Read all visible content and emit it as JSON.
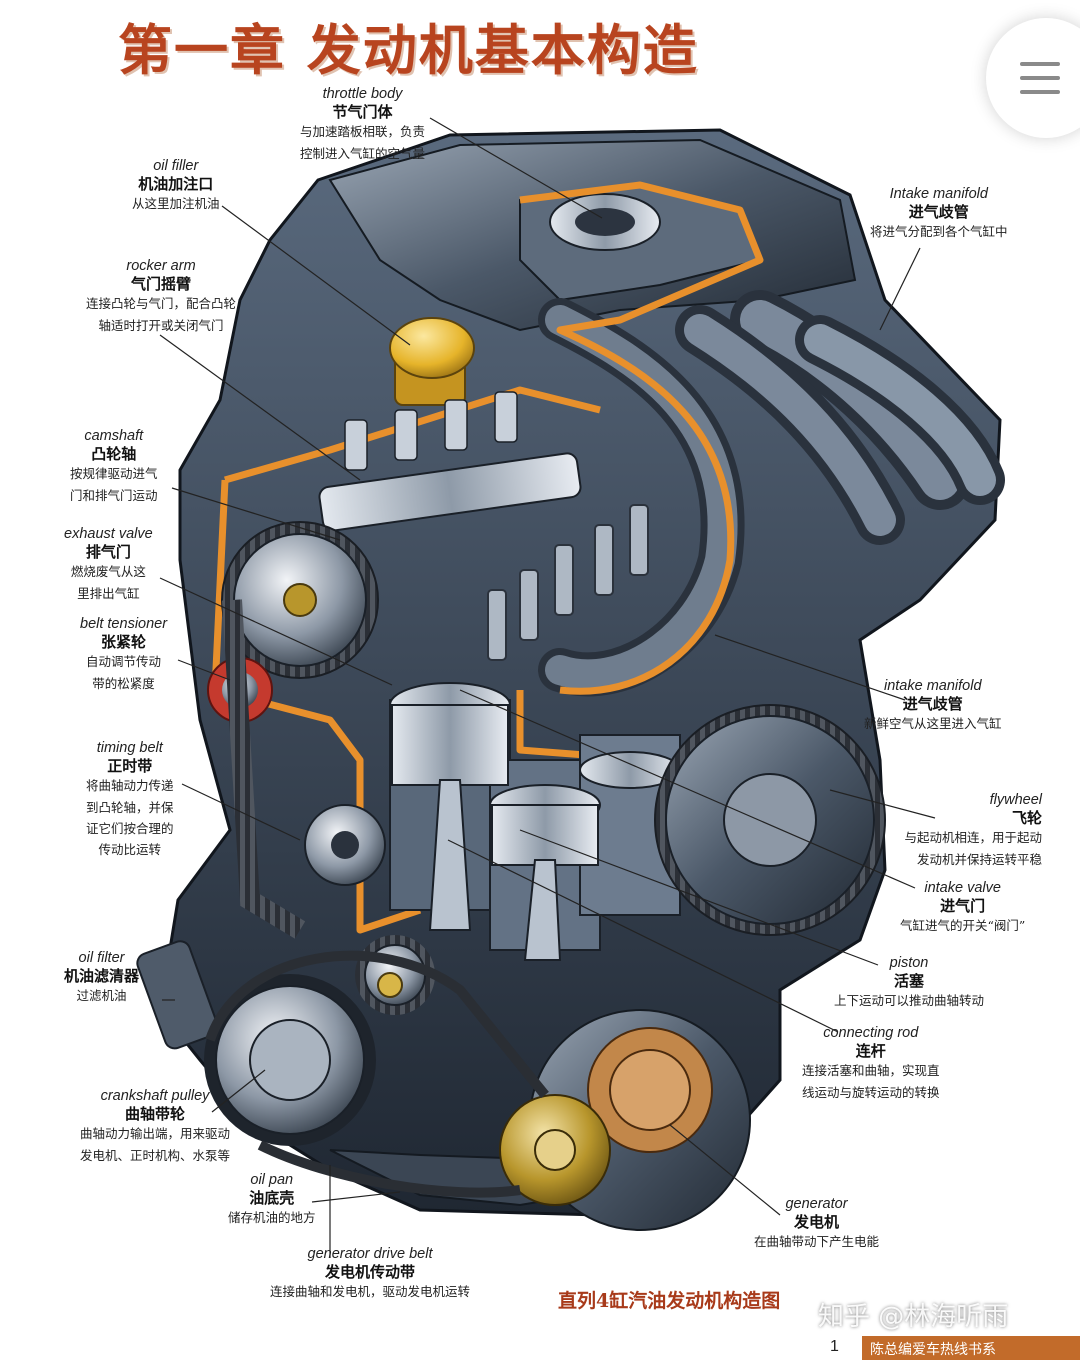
{
  "title": "第一章  发动机基本构造",
  "figure_caption": "直列4缸汽油发动机构造图",
  "watermark": "知乎 @林海听雨",
  "page_number": "1",
  "series_label": "陈总编爱车热线书系",
  "menu_icon": "hamburger-menu-icon",
  "colors": {
    "title": "#b8441f",
    "engine_steel": "#3e4a58",
    "cutaway_orange": "#e8902c",
    "oil_cap_yellow": "#e6b42a",
    "caption": "#a83a1a",
    "series_bar": "#c26b2a"
  },
  "labels": {
    "throttle_body": {
      "en": "throttle body",
      "zh": "节气门体",
      "desc": [
        "与加速踏板相联，负责",
        "控制进入气缸的空气量"
      ]
    },
    "oil_filler": {
      "en": "oil filler",
      "zh": "机油加注口",
      "desc": [
        "从这里加注机油"
      ]
    },
    "intake_manifold_top": {
      "en": "Intake manifold",
      "zh": "进气歧管",
      "desc": [
        "将进气分配到各个气缸中"
      ]
    },
    "rocker_arm": {
      "en": "rocker arm",
      "zh": "气门摇臂",
      "desc": [
        "连接凸轮与气门，配合凸轮",
        "轴适时打开或关闭气门"
      ]
    },
    "camshaft": {
      "en": "camshaft",
      "zh": "凸轮轴",
      "desc": [
        "按规律驱动进气",
        "门和排气门运动"
      ]
    },
    "exhaust_valve": {
      "en": "exhaust valve",
      "zh": "排气门",
      "desc": [
        "燃烧废气从这",
        "里排出气缸"
      ]
    },
    "belt_tensioner": {
      "en": "belt tensioner",
      "zh": "张紧轮",
      "desc": [
        "自动调节传动",
        "带的松紧度"
      ]
    },
    "intake_manifold_mid": {
      "en": "intake manifold",
      "zh": "进气歧管",
      "desc": [
        "新鲜空气从这里进入气缸"
      ]
    },
    "timing_belt": {
      "en": "timing belt",
      "zh": "正时带",
      "desc": [
        "将曲轴动力传递",
        "到凸轮轴，并保",
        "证它们按合理的",
        "传动比运转"
      ]
    },
    "flywheel": {
      "en": "flywheel",
      "zh": "飞轮",
      "desc": [
        "与起动机相连，用于起动",
        "发动机并保持运转平稳"
      ]
    },
    "intake_valve": {
      "en": "intake valve",
      "zh": "进气门",
      "desc": [
        "气缸进气的开关“阀门”"
      ]
    },
    "oil_filter": {
      "en": "oil filter",
      "zh": "机油滤清器",
      "desc": [
        "过滤机油"
      ]
    },
    "piston": {
      "en": "piston",
      "zh": "活塞",
      "desc": [
        "上下运动可以推动曲轴转动"
      ]
    },
    "connecting_rod": {
      "en": "connecting rod",
      "zh": "连杆",
      "desc": [
        "连接活塞和曲轴，实现直",
        "线运动与旋转运动的转换"
      ]
    },
    "crankshaft_pulley": {
      "en": "crankshaft pulley",
      "zh": "曲轴带轮",
      "desc": [
        "曲轴动力输出端，用来驱动",
        "发电机、正时机构、水泵等"
      ]
    },
    "oil_pan": {
      "en": "oil pan",
      "zh": "油底壳",
      "desc": [
        "储存机油的地方"
      ]
    },
    "generator": {
      "en": "generator",
      "zh": "发电机",
      "desc": [
        "在曲轴带动下产生电能"
      ]
    },
    "generator_drive_belt": {
      "en": "generator drive belt",
      "zh": "发电机传动带",
      "desc": [
        "连接曲轴和发电机，驱动发电机运转"
      ]
    }
  }
}
